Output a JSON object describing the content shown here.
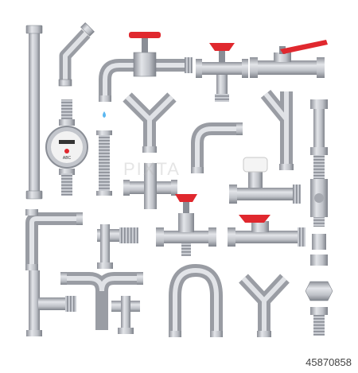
{
  "meter_label": "ABC",
  "watermark": "PIXTA",
  "stock_id": "45870858",
  "colors": {
    "pipe_light": "#d9dbe0",
    "pipe_mid": "#b7bac1",
    "pipe_dark": "#8a8e96",
    "valve_red": "#e0282e",
    "meter_dial": "#f2f2f2",
    "water_drop": "#5bb7f0"
  }
}
